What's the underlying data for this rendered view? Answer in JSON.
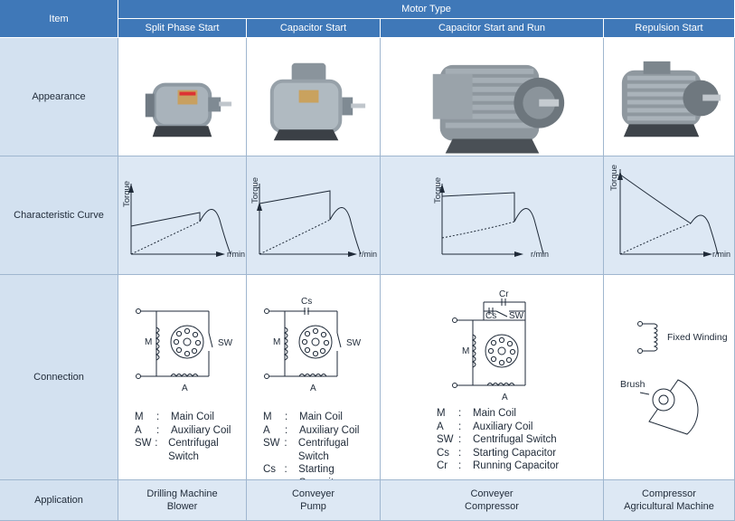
{
  "header": {
    "item": "Item",
    "motor_type": "Motor Type",
    "columns": [
      "Split Phase Start",
      "Capacitor Start",
      "Capacitor Start and Run",
      "Repulsion Start"
    ]
  },
  "rows": {
    "appearance": "Appearance",
    "curve": "Characteristic Curve",
    "connection": "Connection",
    "application": "Application"
  },
  "curves": {
    "y_label": "Torque",
    "x_label": "r/min"
  },
  "connection": {
    "split": {
      "labels": {
        "m": "M",
        "a": "A",
        "sw": "SW"
      },
      "legend": [
        {
          "k": "M",
          "v": "Main Coil"
        },
        {
          "k": "A",
          "v": "Auxiliary Coil"
        },
        {
          "k": "SW",
          "v": "Centrifugal Switch"
        }
      ]
    },
    "capstart": {
      "labels": {
        "cs": "Cs",
        "m": "M",
        "a": "A",
        "sw": "SW"
      },
      "legend": [
        {
          "k": "M",
          "v": "Main Coil"
        },
        {
          "k": "A",
          "v": "Auxiliary Coil"
        },
        {
          "k": "SW",
          "v": "Centrifugal Switch"
        },
        {
          "k": "Cs",
          "v": "Starting Capacitor"
        }
      ]
    },
    "caprun": {
      "labels": {
        "cr": "Cr",
        "cs": "Cs",
        "sw": "SW",
        "m": "M",
        "a": "A"
      },
      "legend": [
        {
          "k": "M",
          "v": "Main Coil"
        },
        {
          "k": "A",
          "v": "Auxiliary Coil"
        },
        {
          "k": "SW",
          "v": "Centrifugal Switch"
        },
        {
          "k": "Cs",
          "v": "Starting Capacitor"
        },
        {
          "k": "Cr",
          "v": "Running Capacitor"
        }
      ]
    },
    "repulsion": {
      "fixed_winding": "Fixed Winding",
      "brush": "Brush"
    }
  },
  "application": [
    [
      "Drilling Machine",
      "Blower"
    ],
    [
      "Conveyer",
      "Pump"
    ],
    [
      "Conveyer",
      "Compressor"
    ],
    [
      "Compressor",
      "Agricultural Machine"
    ]
  ],
  "colors": {
    "header": "#3f78b8",
    "label_bg": "#d3e1f0",
    "light_bg": "#dde8f4"
  }
}
